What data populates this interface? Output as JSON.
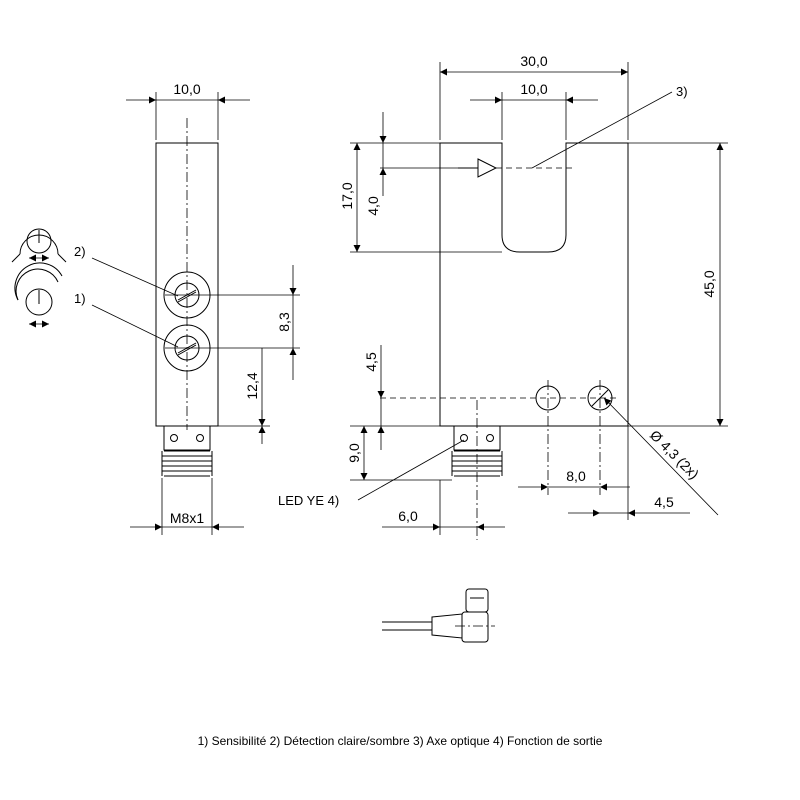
{
  "dimensions": {
    "side_width": "10,0",
    "front_width": "30,0",
    "slot_width": "10,0",
    "slot_depth": "17,0",
    "axis_offset": "4,0",
    "height": "45,0",
    "pot_spacing": "8,3",
    "pot_offset": "12,4",
    "hole_offset": "4,5",
    "connector_length": "9,0",
    "hole_spacing": "8,0",
    "hole_edge": "4,5",
    "connector_offset": "6,0",
    "hole_diameter": "Ø 4,3 (2x)",
    "thread": "M8x1"
  },
  "callouts": {
    "c1": "1)",
    "c2": "2)",
    "c3": "3)",
    "led": "LED YE 4)"
  },
  "legend": "1) Sensibilité  2) Détection claire/sombre  3) Axe optique  4) Fonction de sortie"
}
